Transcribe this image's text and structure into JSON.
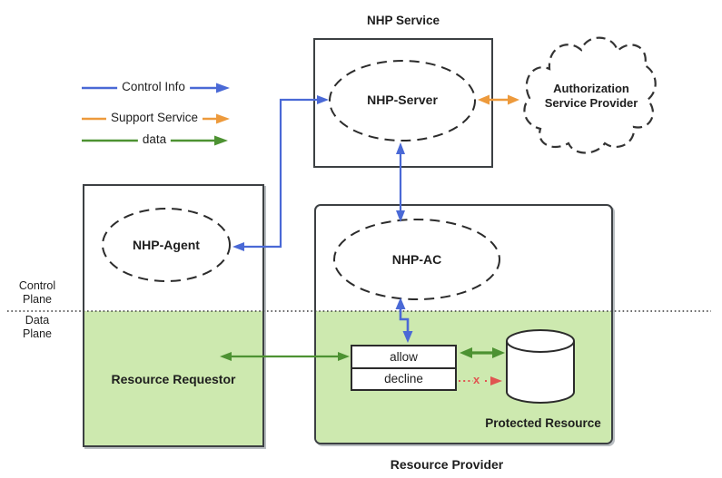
{
  "legend": {
    "items": [
      {
        "label": "Control Info",
        "color": "#4a69d6"
      },
      {
        "label": "Support Service",
        "color": "#ed9a3c"
      },
      {
        "label": "data",
        "color": "#4d9232"
      }
    ]
  },
  "nhp_service": {
    "title": "NHP Service",
    "server_label": "NHP-Server"
  },
  "authorization_service_provider": {
    "label": "Authorization Service Provider"
  },
  "resource_requestor": {
    "agent_label": "NHP-Agent",
    "label": "Resource Requestor"
  },
  "resource_provider": {
    "label": "Resource Provider",
    "ac_label": "NHP-AC",
    "allow_label": "allow",
    "decline_label": "decline",
    "blocked_mark": "x",
    "protected_resource_label": "Protected Resource"
  },
  "planes": {
    "control_label": "Control Plane",
    "data_label": "Data Plane"
  },
  "colors": {
    "control_info_blue": "#4a69d6",
    "support_service_orange": "#ed9a3c",
    "data_green": "#4d9232",
    "blocked_red": "#e05551",
    "data_plane_fill": "#cde9af",
    "box_border": "#3c4043"
  }
}
